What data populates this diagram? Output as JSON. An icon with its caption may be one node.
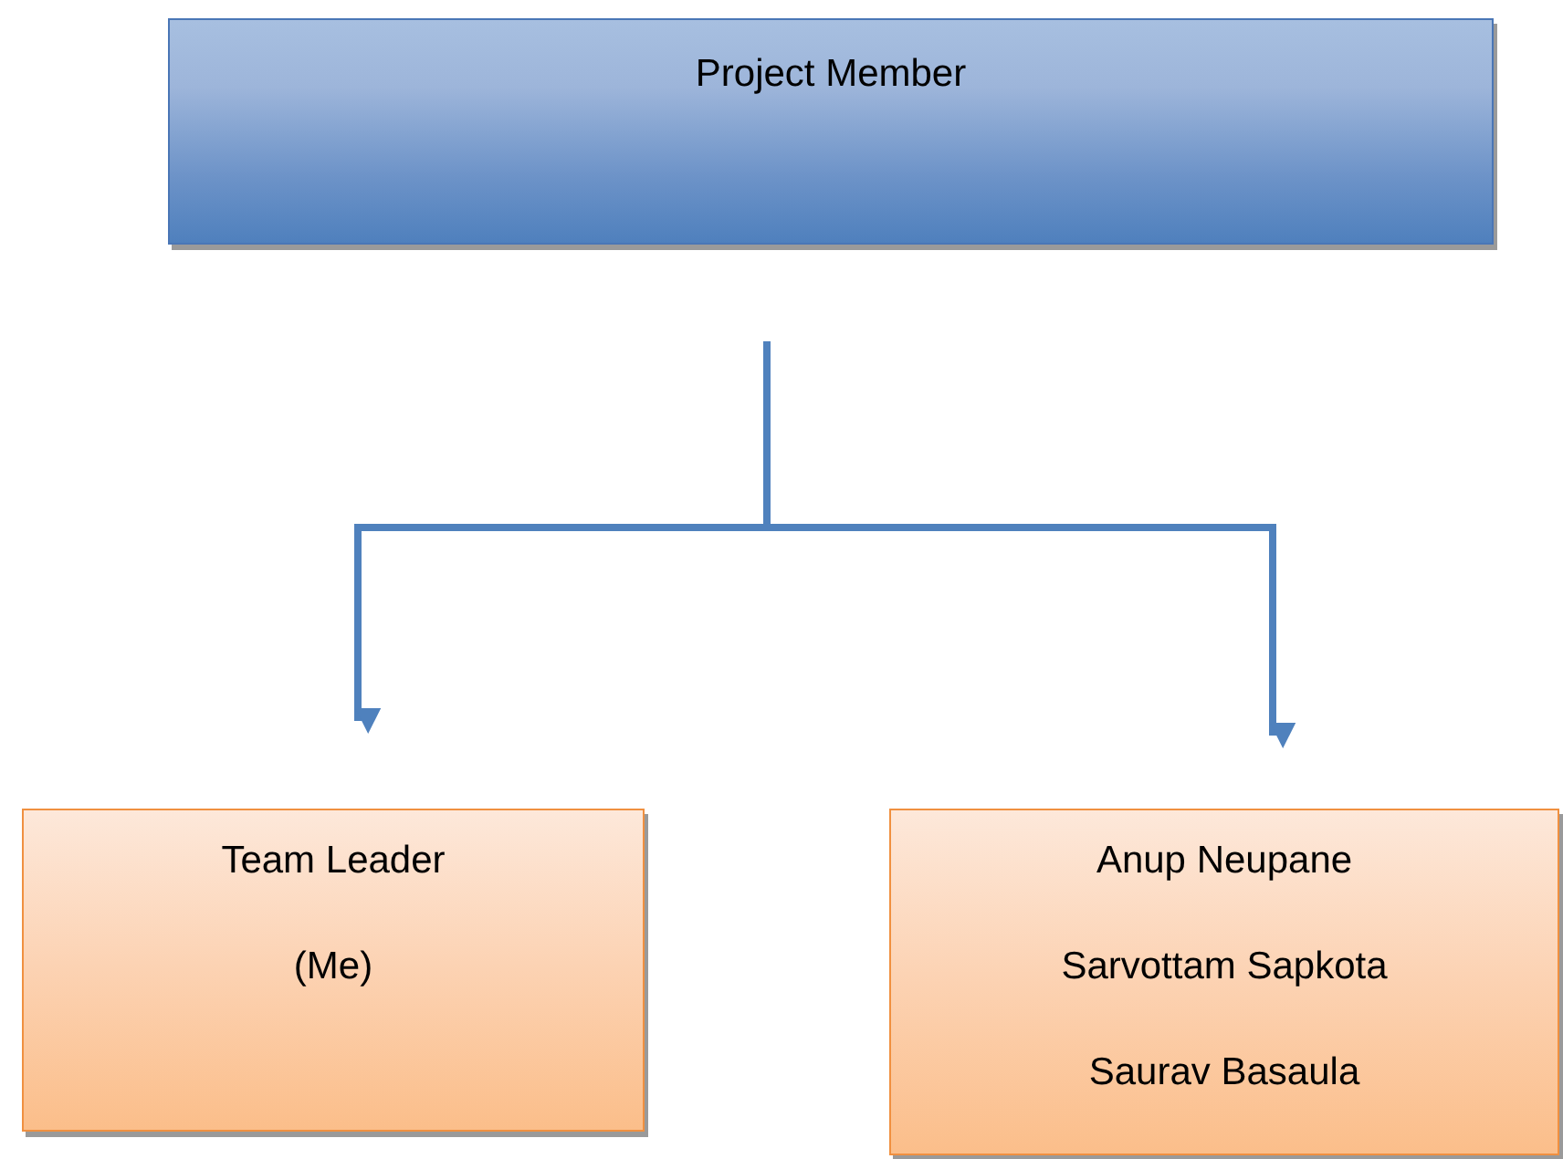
{
  "diagram": {
    "nodes": [
      {
        "text": [
          "Project Member"
        ]
      },
      {
        "text": [
          "Team Leader",
          "(Me)"
        ]
      },
      {
        "text": [
          "Anup Neupane",
          "Sarvottam Sapkota",
          "Saurav Basaula"
        ]
      }
    ],
    "edges": [
      {
        "from": null,
        "to": 1,
        "arrow": "to"
      },
      {
        "from": null,
        "to": 2,
        "arrow": "to"
      }
    ]
  }
}
